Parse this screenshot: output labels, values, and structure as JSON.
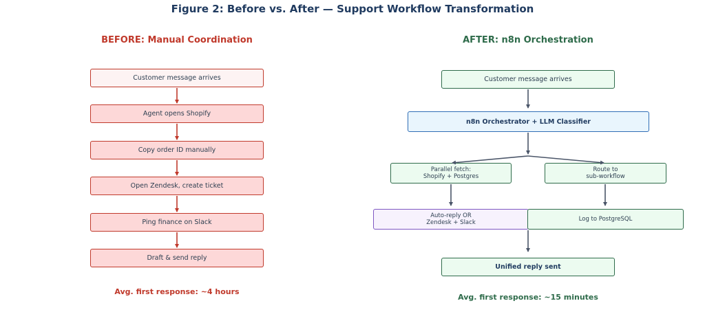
{
  "title": "Figure 2: Before vs. After — Support Workflow Transformation",
  "colors": {
    "title": "#1f3a5f",
    "before": "#c0392b",
    "before_fill": "#fdd8d8",
    "before_fill_light": "#fdf3f3",
    "after": "#2e6b4a",
    "after_fill": "#ecfbf0",
    "orchestrator_border": "#2f6db5",
    "orchestrator_fill": "#e9f5fd",
    "purple_border": "#7e57c2",
    "purple_fill": "#f7f2fd",
    "arrow_after": "#4a5568"
  },
  "before": {
    "heading": "BEFORE: Manual Coordination",
    "steps": [
      "Customer message arrives",
      "Agent opens Shopify",
      "Copy order ID manually",
      "Open Zendesk, create ticket",
      "Ping finance on Slack",
      "Draft & send reply"
    ],
    "footer": "Avg. first response: ~4 hours"
  },
  "after": {
    "heading": "AFTER: n8n Orchestration",
    "nodes": {
      "message": "Customer message arrives",
      "orchestrator": "n8n Orchestrator + LLM Classifier",
      "parallel": "Parallel fetch:\nShopify + Postgres",
      "route": "Route to\nsub-workflow",
      "autoreply": "Auto-reply OR\nZendesk + Slack",
      "log": "Log to PostgreSQL",
      "unified": "Unified reply sent"
    },
    "footer": "Avg. first response: ~15 minutes"
  }
}
